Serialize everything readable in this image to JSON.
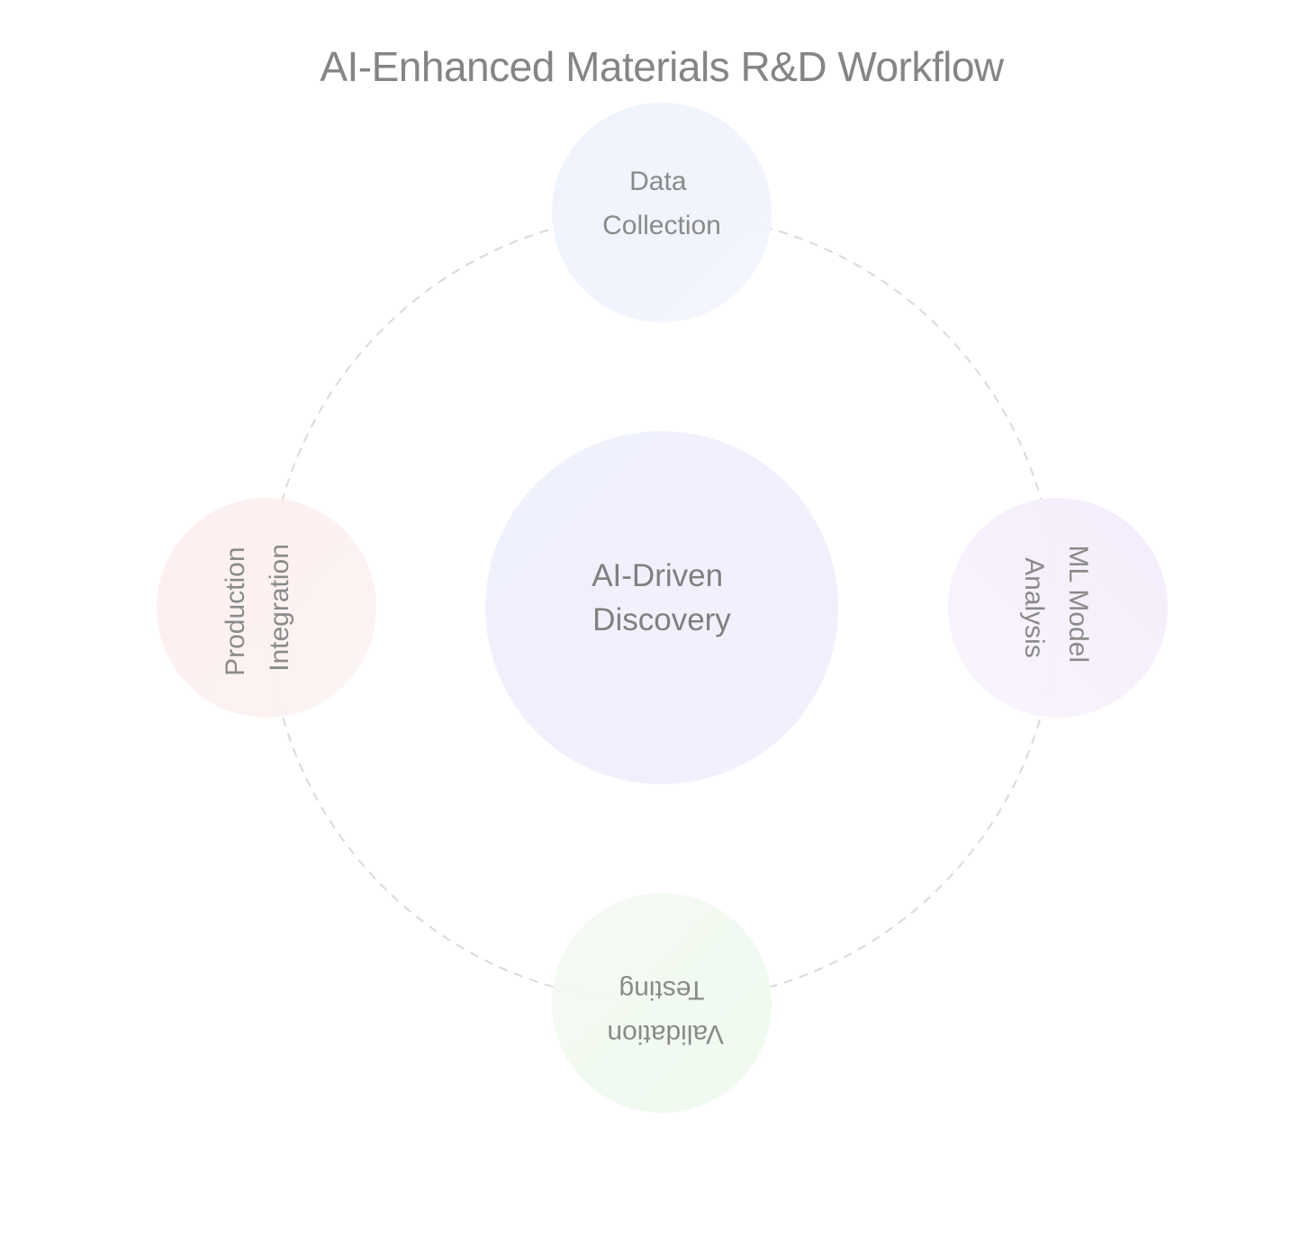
{
  "title": "AI-Enhanced Materials R&D Workflow",
  "center": {
    "lines": [
      "AI-Driven",
      "Discovery"
    ],
    "color": "#f1f0fc"
  },
  "nodes": [
    {
      "id": "data-collection",
      "lines": [
        "Data",
        "Collection"
      ],
      "color": "#eef3fc"
    },
    {
      "id": "ml-model-analysis",
      "lines": [
        "ML Model",
        "Analysis"
      ],
      "color": "#f5effc"
    },
    {
      "id": "validation-testing",
      "lines": [
        "Validation",
        "Testing"
      ],
      "color": "#eff9ee"
    },
    {
      "id": "production-integration",
      "lines": [
        "Production",
        "Integration"
      ],
      "color": "#fdf0f0"
    }
  ],
  "orbit": {
    "style": "dashed",
    "color": "#d8d8d8"
  }
}
